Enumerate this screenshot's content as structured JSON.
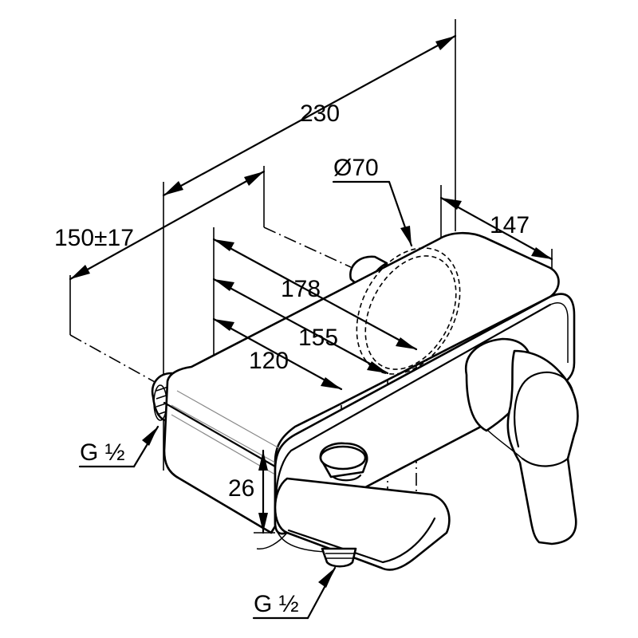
{
  "dimensions": {
    "overall_width": "230",
    "offset_range": "150±17",
    "outlet_width": "147",
    "rosette_diameter": "Ø70",
    "depth_handle": "178",
    "depth_center": "155",
    "depth_spout": "120",
    "spout_height": "26",
    "thread_left": "G ½",
    "thread_bottom": "G ½"
  },
  "colors": {
    "line": "#000000",
    "background": "#ffffff"
  }
}
